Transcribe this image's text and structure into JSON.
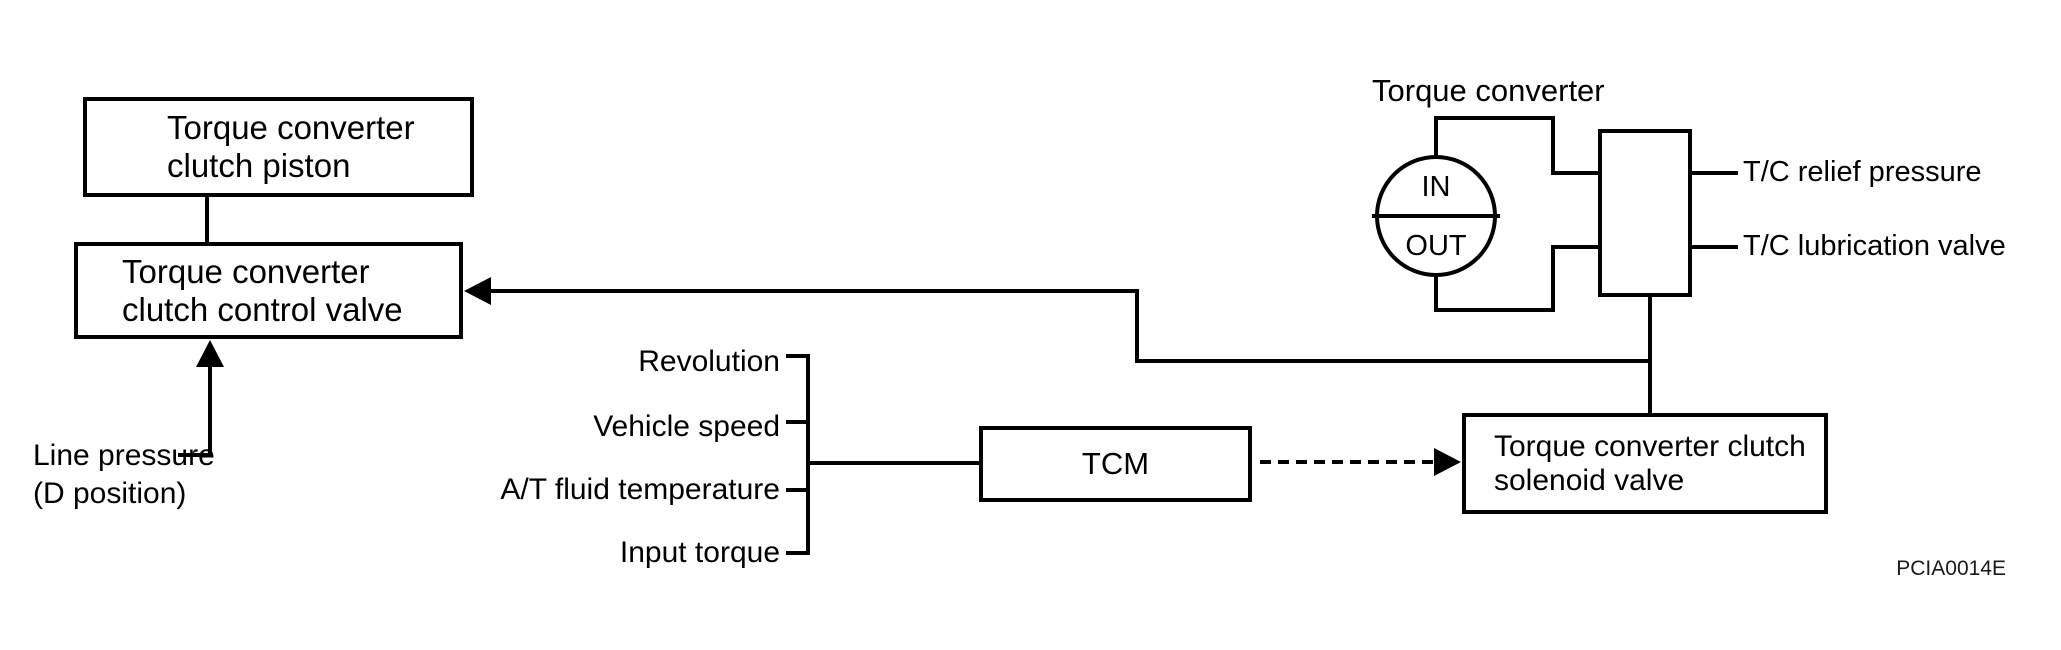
{
  "diagram": {
    "boxes": {
      "piston": {
        "line1": "Torque converter",
        "line2": "clutch piston"
      },
      "control_valve": {
        "line1": "Torque converter",
        "line2": "clutch control valve"
      },
      "tcm": {
        "label": "TCM"
      },
      "solenoid": {
        "line1": "Torque converter clutch",
        "line2": "solenoid valve"
      }
    },
    "torque_converter": {
      "title": "Torque converter",
      "in_label": "IN",
      "out_label": "OUT"
    },
    "outputs": {
      "relief": "T/C relief pressure",
      "lubrication": "T/C lubrication valve"
    },
    "inputs": [
      "Revolution",
      "Vehicle speed",
      "A/T fluid temperature",
      "Input torque"
    ],
    "line_pressure": {
      "line1": "Line pressure",
      "line2": "(D position)"
    },
    "figure_code": "PCIA0014E",
    "colors": {
      "line": "#000000",
      "background": "#ffffff"
    }
  }
}
